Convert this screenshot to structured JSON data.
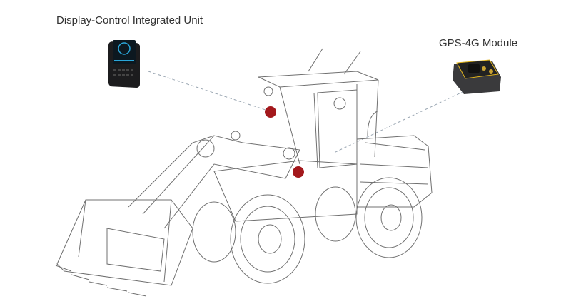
{
  "labels": {
    "display_unit": "Display-Control Integrated Unit",
    "gps_module": "GPS-4G Module"
  },
  "colors": {
    "marker": "#a3181c",
    "leader_line": "#9aa6b2",
    "wireframe": "#6e6e6e",
    "device_body": "#1c1c1e",
    "screen_accent": "#2aa6d9",
    "gps_accent": "#e3b51c"
  },
  "icons": [
    "display-control-unit-image",
    "gps-4g-module-image",
    "wheel-loader-wireframe"
  ]
}
